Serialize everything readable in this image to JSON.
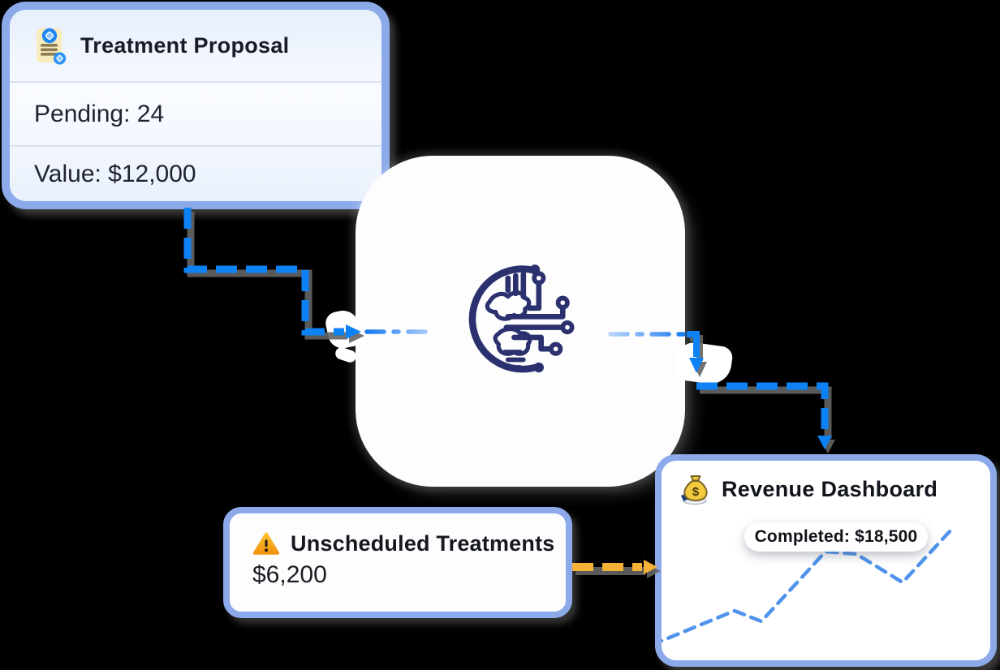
{
  "palette": {
    "background": "#000000",
    "card_border": "#8caae9",
    "connector_blue": "#0d82f5",
    "connector_blue_light": "#bcd6fa",
    "connector_orange": "#f6b137",
    "connector_shadow": "#646464",
    "hub_icon_navy": "#2b316e",
    "warning_orange": "#f6a623",
    "doc_icon_yellow": "#f8ebbe",
    "doc_icon_blue": "#2188f3",
    "money_bag_yellow": "#f3c93f"
  },
  "icons": {
    "treatment": "proposal-document-icon",
    "hub": "globe-circuit-icon",
    "revenue": "money-bag-icon",
    "unscheduled": "warning-icon"
  },
  "treatment_card": {
    "title": "Treatment Proposal",
    "pending": "Pending: 24",
    "value": "Value: $12,000"
  },
  "revenue_card": {
    "title": "Revenue Dashboard",
    "badge": "Completed: $18,500",
    "chart_data": {
      "type": "line",
      "style": "dashed",
      "title": "",
      "xlabel": "",
      "ylabel": "",
      "axes_visible": false,
      "points": [
        [
          -12,
          227
        ],
        [
          90,
          185
        ],
        [
          123,
          198
        ],
        [
          202,
          112
        ],
        [
          240,
          115
        ],
        [
          297,
          150
        ],
        [
          357,
          85
        ]
      ],
      "trend_description": "rising revenue sparkline with two dips"
    }
  },
  "unscheduled_card": {
    "title": "Unscheduled Treatments",
    "amount": "$6,200"
  }
}
